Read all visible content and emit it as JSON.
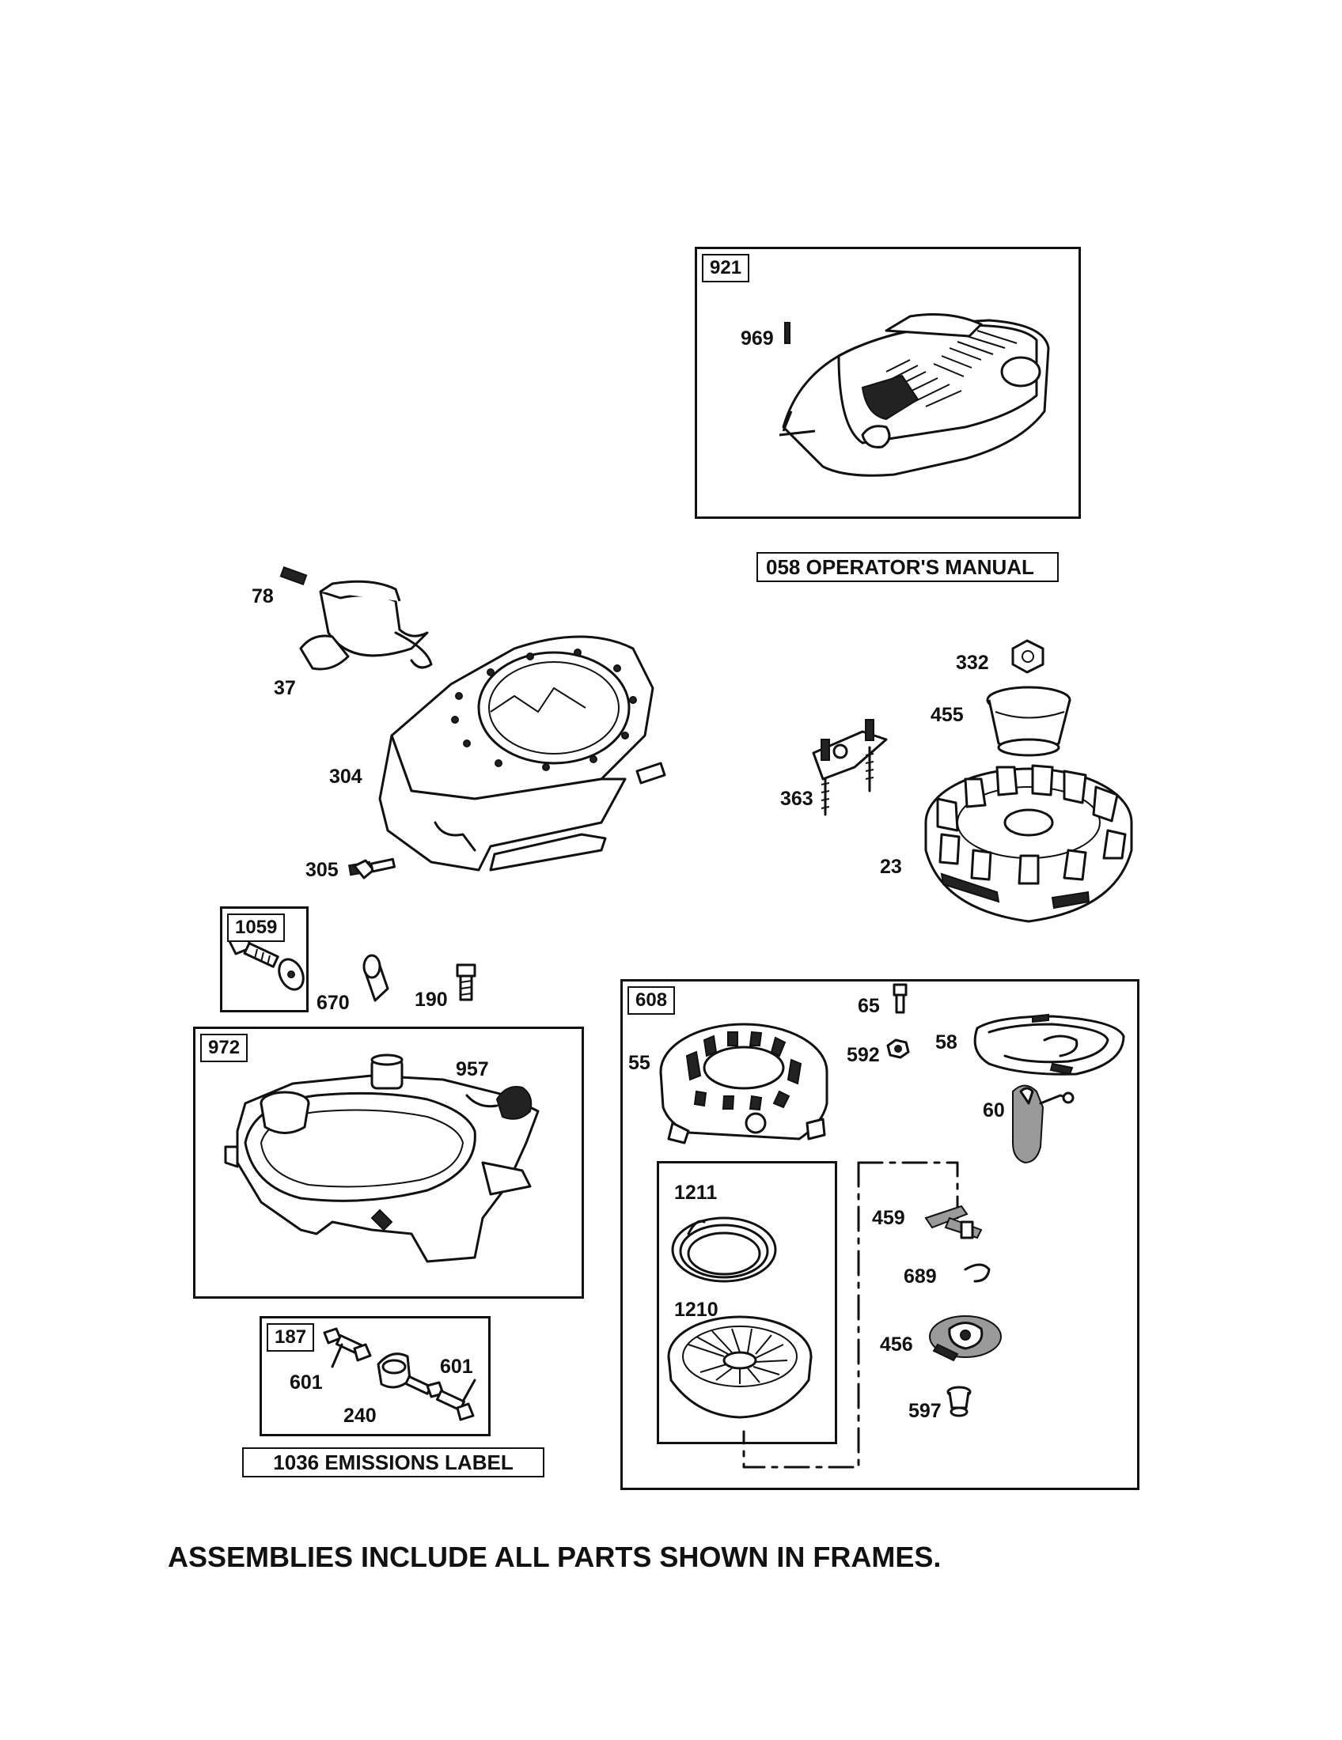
{
  "frames": {
    "f921": "921",
    "f1059": "1059",
    "f972": "972",
    "f187": "187",
    "f608": "608"
  },
  "notes": {
    "operators_manual": "058 OPERATOR'S MANUAL",
    "emissions_label": "1036 EMISSIONS LABEL"
  },
  "callouts": {
    "p969": "969",
    "p78": "78",
    "p37": "37",
    "p304": "304",
    "p305": "305",
    "p332": "332",
    "p455": "455",
    "p363": "363",
    "p23": "23",
    "p670": "670",
    "p190": "190",
    "p957": "957",
    "p601a": "601",
    "p601b": "601",
    "p240": "240",
    "p65": "65",
    "p592": "592",
    "p58": "58",
    "p55": "55",
    "p60": "60",
    "p1211": "1211",
    "p1210": "1210",
    "p459": "459",
    "p689": "689",
    "p456": "456",
    "p597": "597"
  },
  "footnote": "ASSEMBLIES INCLUDE ALL PARTS SHOWN IN FRAMES.",
  "icons": [
    "blower-housing-shroud",
    "flywheel",
    "recoil-starter",
    "fuel-tank",
    "engine-cover",
    "bolt",
    "nut",
    "spring",
    "pulley",
    "rope-handle"
  ]
}
